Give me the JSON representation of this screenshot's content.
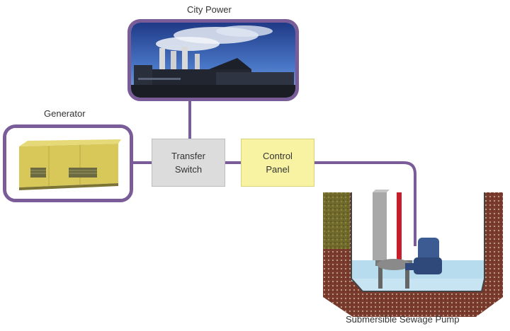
{
  "labels": {
    "city_power": "City Power",
    "generator": "Generator",
    "transfer_switch": [
      "Transfer",
      "Switch"
    ],
    "control_panel": [
      "Control",
      "Panel"
    ],
    "pump": "Submersible Sewage Pump"
  },
  "colors": {
    "frame": "#7a5c98",
    "wire": "#7a5c98",
    "transfer_switch_fill": "#dcdcdc",
    "control_panel_fill": "#f8f3a2",
    "generator_body": "#d8c85a",
    "water": "#b7dcee",
    "pipe_red": "#c81e2a",
    "pump": "#3c5b92",
    "sky": "#3a64b8"
  },
  "icons": [
    "power-plant-photo",
    "generator-photo",
    "sewage-pit-illustration"
  ]
}
